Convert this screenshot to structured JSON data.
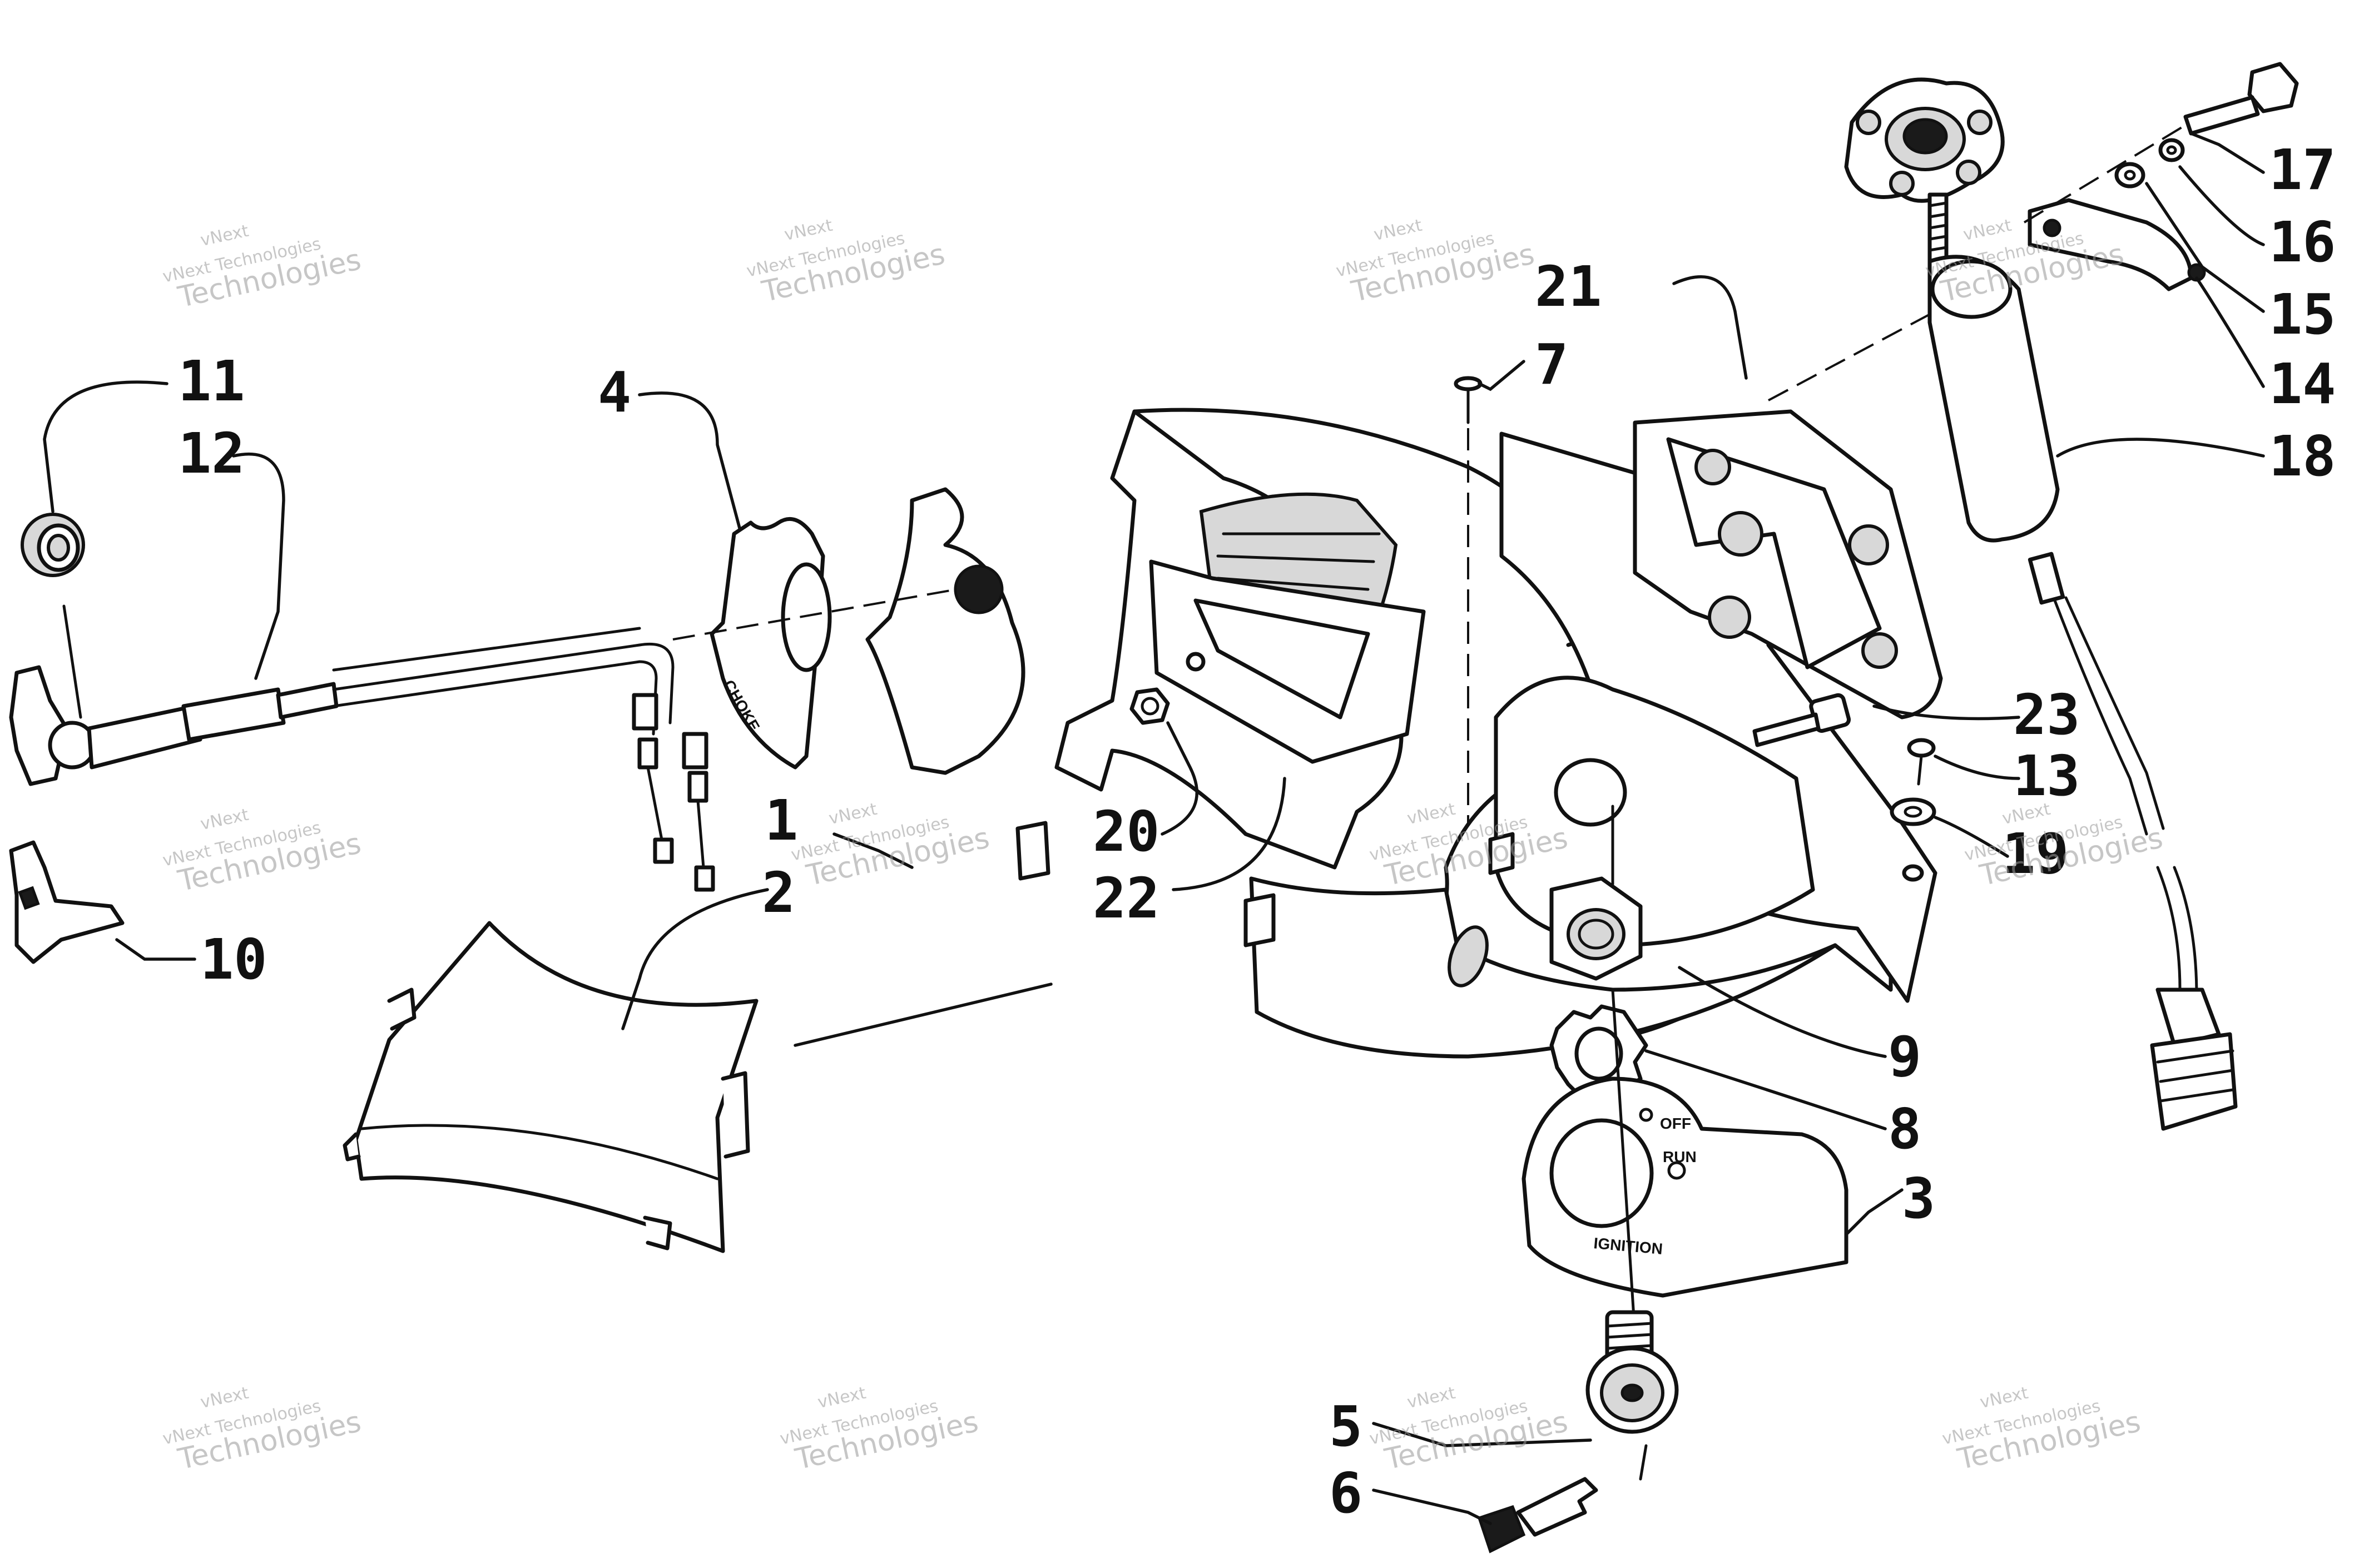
{
  "callouts": [
    {
      "id": "1",
      "label": "1"
    },
    {
      "id": "2",
      "label": "2"
    },
    {
      "id": "3",
      "label": "3"
    },
    {
      "id": "4",
      "label": "4"
    },
    {
      "id": "5",
      "label": "5"
    },
    {
      "id": "6",
      "label": "6"
    },
    {
      "id": "7",
      "label": "7"
    },
    {
      "id": "8",
      "label": "8"
    },
    {
      "id": "9",
      "label": "9"
    },
    {
      "id": "10",
      "label": "10"
    },
    {
      "id": "11",
      "label": "11"
    },
    {
      "id": "12",
      "label": "12"
    },
    {
      "id": "13",
      "label": "13"
    },
    {
      "id": "14",
      "label": "14"
    },
    {
      "id": "15",
      "label": "15"
    },
    {
      "id": "16",
      "label": "16"
    },
    {
      "id": "17",
      "label": "17"
    },
    {
      "id": "18",
      "label": "18"
    },
    {
      "id": "19",
      "label": "19"
    },
    {
      "id": "20",
      "label": "20"
    },
    {
      "id": "21",
      "label": "21"
    },
    {
      "id": "22",
      "label": "22"
    },
    {
      "id": "23",
      "label": "23"
    }
  ],
  "ignition_plate": {
    "off": "OFF",
    "run": "RUN",
    "ignition": "IGNITION"
  },
  "watermark": {
    "line1": "vNext Technologies",
    "line2": "vNext",
    "line3": "Technologies"
  }
}
